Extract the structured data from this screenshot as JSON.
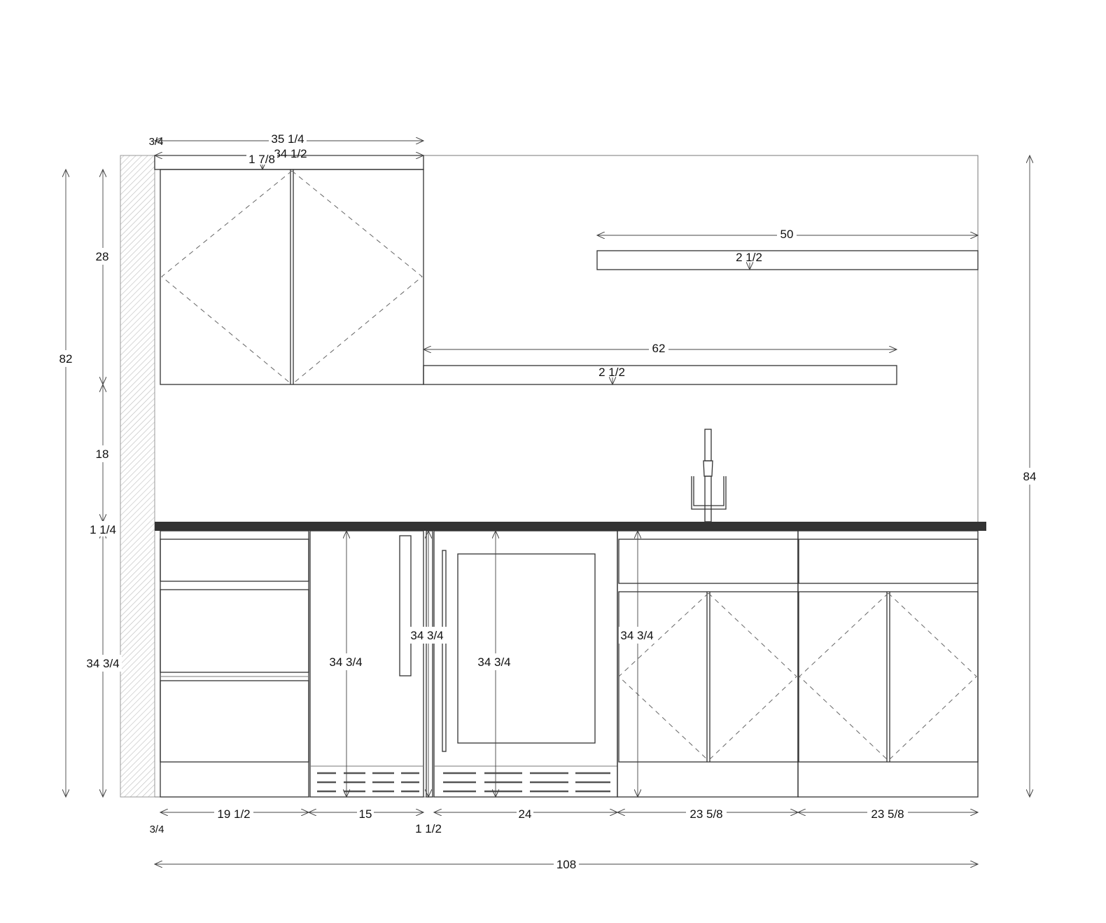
{
  "drawing": {
    "title": "Kitchen wall elevation",
    "countertop_color": "#333333",
    "dimensions": {
      "upper_top_offset": "3/4",
      "upper_overall_width": "35 1/4",
      "upper_cabinet_width": "34 1/2",
      "crown_height": "1 7/8",
      "shelf_upper_length": "50",
      "shelf_upper_thickness": "2 1/2",
      "shelf_lower_length": "62",
      "shelf_lower_thickness": "2 1/2",
      "total_height_left": "82",
      "upper_cabinet_height": "28",
      "backsplash_height": "18",
      "countertop_thickness": "1 1/4",
      "base_height_left": "34 3/4",
      "total_height_right": "84",
      "panel_height": "34 3/4",
      "filler_height": "34 3/4",
      "fridge_height": "34 3/4",
      "sink_base_height": "34 3/4",
      "drawer_base_width": "19 1/2",
      "panel_width": "15",
      "fridge_width": "24",
      "sink_base_width_1": "23 5/8",
      "sink_base_width_2": "23 5/8",
      "left_wall_offset": "3/4",
      "filler_width": "1 1/2",
      "overall_width": "108"
    }
  }
}
